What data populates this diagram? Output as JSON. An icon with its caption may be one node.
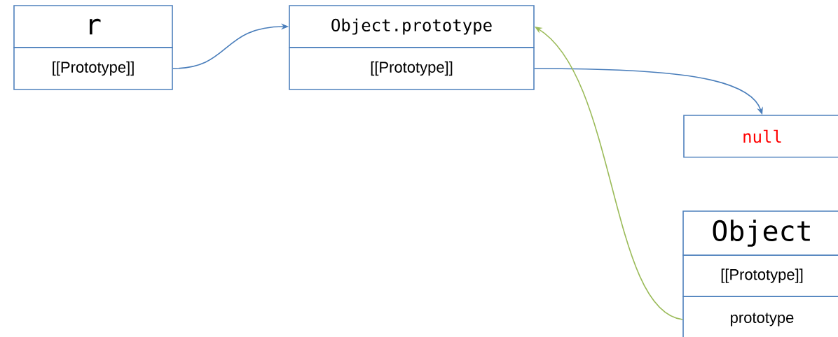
{
  "diagram": {
    "nodes": [
      {
        "text": [
          "r"
        ]
      },
      {
        "text": [
          "[[Prototype]]"
        ]
      },
      {
        "text": [
          "Object.prototype"
        ]
      },
      {
        "text": [
          "[[Prototype]]"
        ]
      },
      {
        "text": [
          "null"
        ]
      },
      {
        "text": [
          "Object"
        ]
      },
      {
        "text": [
          "[[Prototype]]"
        ]
      },
      {
        "text": [
          "prototype"
        ]
      }
    ],
    "edges": [
      {
        "from": 1,
        "to": 2,
        "arrow": "to"
      },
      {
        "from": 3,
        "to": 4,
        "arrow": "to"
      },
      {
        "from": 7,
        "to": 2,
        "arrow": "to",
        "color": "#9bbb59"
      }
    ]
  }
}
